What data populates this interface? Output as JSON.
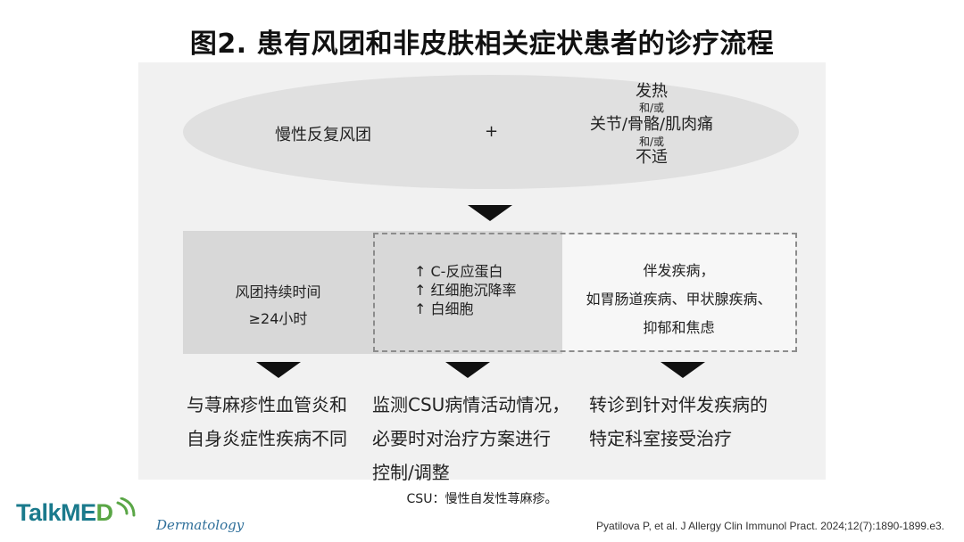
{
  "title": "图2. 患有风团和非皮肤相关症状患者的诊疗流程",
  "top": {
    "left_label": "慢性反复风团",
    "plus": "+",
    "right": {
      "line1": "发热",
      "and_or_1": "和/或",
      "line2": "关节/骨骼/肌肉痛",
      "and_or_2": "和/或",
      "line3": "不适"
    }
  },
  "boxes": {
    "left": {
      "line1": "风团持续时间",
      "line2": "≥24小时"
    },
    "middle": {
      "line1": "↑ C-反应蛋白",
      "line2": "↑ 红细胞沉降率",
      "line3": "↑ 白细胞"
    },
    "right": {
      "line1": "伴发疾病，",
      "line2": "如胃肠道疾病、甲状腺疾病、",
      "line3": "抑郁和焦虑"
    }
  },
  "outcomes": {
    "left": {
      "line1": "与荨麻疹性血管炎和",
      "line2": "自身炎症性疾病不同"
    },
    "middle": {
      "line1": "监测CSU病情活动情况，",
      "line2": "必要时对治疗方案进行",
      "line3": "控制/调整"
    },
    "right": {
      "line1": "转诊到针对伴发疾病的",
      "line2": "特定科室接受治疗"
    }
  },
  "footnote": "CSU：慢性自发性荨麻疹。",
  "logo": {
    "part1": "TalkME",
    "part2": "D"
  },
  "department": "Dermatology",
  "citation": "Pyatilova P, et al. J Allergy Clin Immunol Pract. 2024;12(7):1890-1899.e3.",
  "colors": {
    "panel": "#f1f1f1",
    "ellipse": "#e0e0e0",
    "box_gray": "#d8d8d8",
    "arrow": "#111111",
    "logo_blue": "#1a7a8c",
    "logo_green": "#5aa646"
  },
  "icons": [
    "down-arrow-icon",
    "wifi-waves-icon"
  ]
}
